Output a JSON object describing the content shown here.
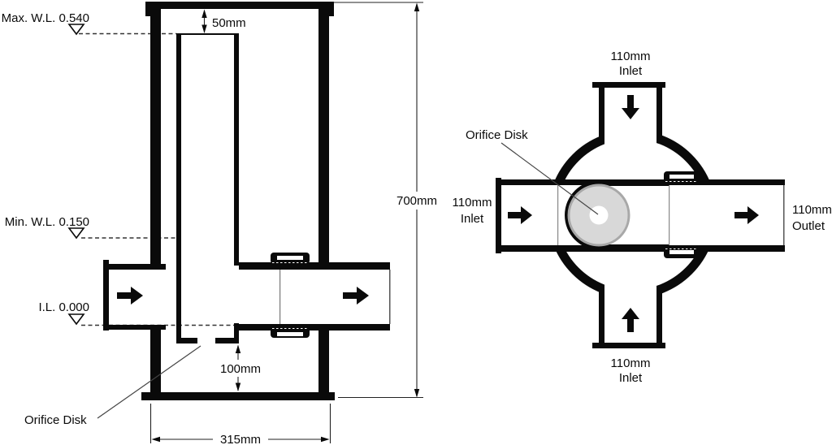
{
  "colors": {
    "line": "#0a0a0a",
    "disk_fill": "#d8d8d8",
    "disk_ring": "#a8a8a8",
    "background": "#ffffff"
  },
  "side_view": {
    "water_levels": {
      "max": "Max. W.L. 0.540",
      "min": "Min. W.L. 0.150",
      "invert": "I.L. 0.000"
    },
    "dimensions": {
      "pipe_top_clearance": "50mm",
      "chamber_height": "700mm",
      "sump_depth": "100mm",
      "chamber_width": "315mm"
    },
    "orifice_label": "Orifice Disk"
  },
  "plan_view": {
    "orifice_label": "Orifice Disk",
    "top_inlet": {
      "size": "110mm",
      "name": "Inlet"
    },
    "left_inlet": {
      "size": "110mm",
      "name": "Inlet"
    },
    "bottom_inlet": {
      "size": "110mm",
      "name": "Inlet"
    },
    "outlet": {
      "size": "110mm",
      "name": "Outlet"
    }
  }
}
